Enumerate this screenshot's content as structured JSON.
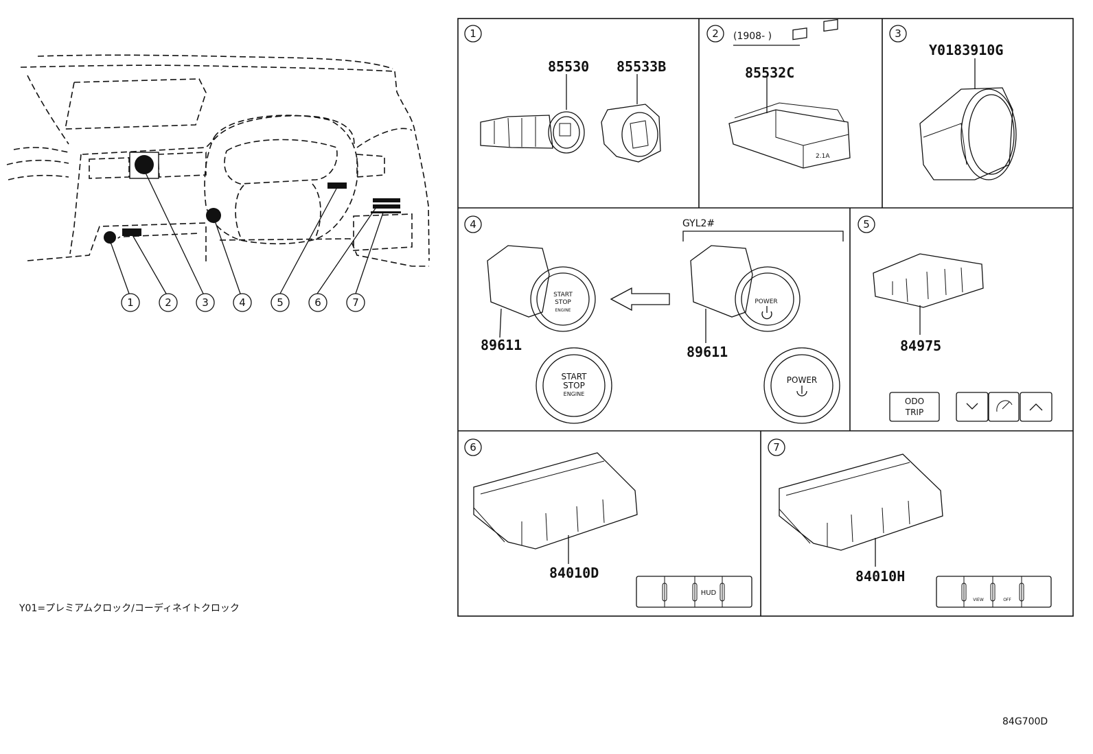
{
  "overview": {
    "callouts": [
      "1",
      "2",
      "3",
      "4",
      "5",
      "6",
      "7"
    ]
  },
  "panels": [
    {
      "num": "1",
      "parts": [
        "85530",
        "85533B"
      ]
    },
    {
      "num": "2",
      "range": "(1908-        )",
      "parts": [
        "85532C"
      ],
      "usb_label": "2.1A"
    },
    {
      "num": "3",
      "parts": [
        "Y0183910G"
      ]
    },
    {
      "num": "4",
      "variant": "GYL2#",
      "parts": [
        "89611",
        "89611"
      ],
      "start_button": [
        "START",
        "STOP",
        "ENGINE"
      ],
      "power_button": [
        "POWER"
      ]
    },
    {
      "num": "5",
      "parts": [
        "84975"
      ],
      "buttons": [
        "ODO",
        "TRIP"
      ]
    },
    {
      "num": "6",
      "parts": [
        "84010D"
      ],
      "switch_label": "HUD"
    },
    {
      "num": "7",
      "parts": [
        "84010H"
      ],
      "switch_labels": [
        "VIEW",
        "OFF"
      ]
    }
  ],
  "footnote": "Y01=プレミアムクロック/コーディネイトクロック",
  "drawing_code": "84G700D"
}
